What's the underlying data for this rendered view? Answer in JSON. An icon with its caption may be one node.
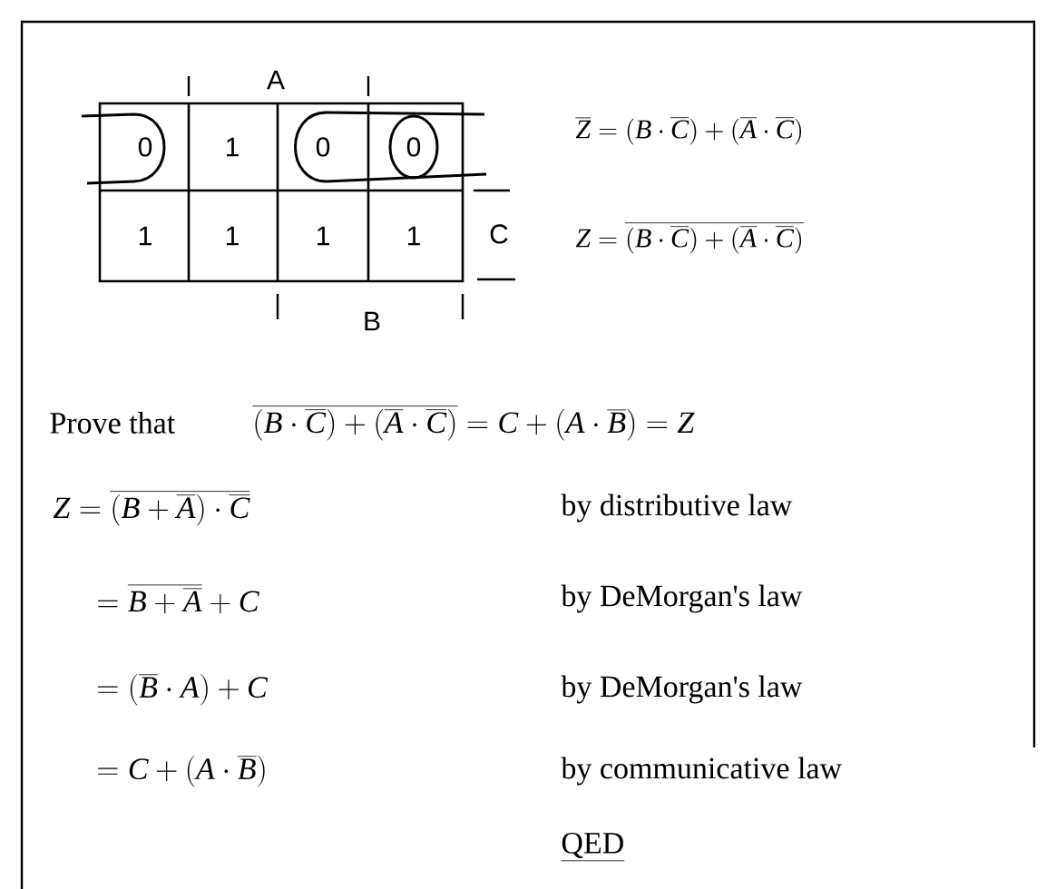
{
  "diagram": {
    "labels": [
      "A",
      "0",
      "1",
      "0",
      "0",
      "\\overline{Z} = (B\\cdot\\overline{C})+(\\overline{A}\\cdot\\overline{C})",
      "1",
      "1",
      "1",
      "1",
      "C",
      "Z = \\overline{(B\\cdot\\overline{C})+(\\overline{A}\\cdot\\overline{C})}",
      "B",
      "Prove that",
      "\\overline{(B\\cdot\\overline{C})+(\\overline{A}\\cdot\\overline{C})} = C + (A\\cdot\\overline{B}) = Z",
      "Z = \\overline{(B+\\overline{A})\\cdot\\overline{C}}",
      "by distributive law",
      "= \\overline{B+\\overline{A}}+C",
      "by DeMorgan's law",
      "= (\\overline{B}\\cdot A)+C",
      "by DeMorgan's law",
      "= C+(A\\cdot\\overline{B})",
      "by communicative law",
      "QED"
    ]
  }
}
